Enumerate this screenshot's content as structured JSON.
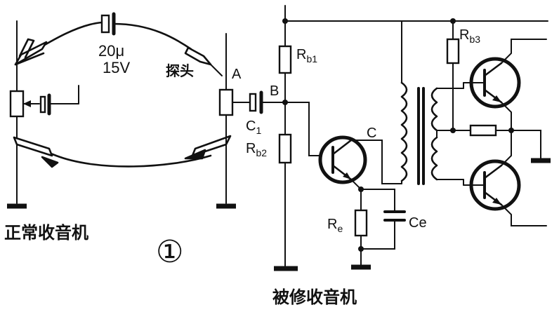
{
  "labels": {
    "left_title": "正常收音机",
    "right_title": "被修收音机",
    "figure_number": "①",
    "probe": "探头",
    "cap_value": "20μ",
    "cap_voltage": "15V",
    "point_a": "A",
    "point_b": "B",
    "point_c": "C",
    "c1": "C",
    "c1_sub": "1",
    "rb1": "R",
    "rb1_sub": "b1",
    "rb2": "R",
    "rb2_sub": "b2",
    "rb3": "R",
    "rb3_sub": "b3",
    "re": "R",
    "re_sub": "e",
    "ce": "Ce"
  }
}
